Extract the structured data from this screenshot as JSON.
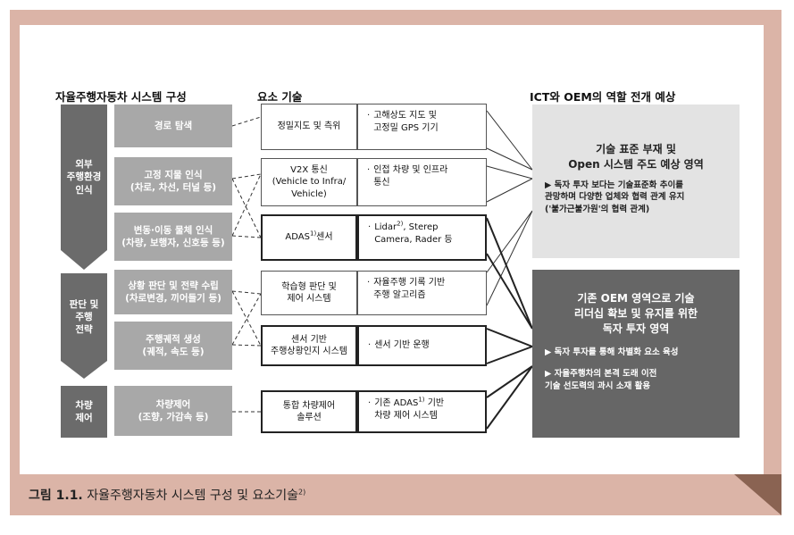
{
  "headers": {
    "system": "자율주행자동차 시스템 구성",
    "elements": "요소 기술",
    "ict": "ICT와 OEM의 역할 전개 예상"
  },
  "groups": [
    {
      "label": "외부\n주행환경\n인식"
    },
    {
      "label": "판단 및\n주행\n전략"
    },
    {
      "label": "차량\n제어"
    }
  ],
  "functions": [
    "경로 탐색",
    "고정 지물 인식\n(차로, 차선, 터널 등)",
    "변동·이동 물체 인식\n(차량, 보행자, 신호등 등)",
    "상황 판단 및 전략 수립\n(차로변경, 끼어들기 등)",
    "주행궤적 생성\n(궤적, 속도 등)",
    "차량제어\n(조향, 가감속 등)"
  ],
  "elements": [
    {
      "name": "정밀지도 및 측위",
      "desc": "고해상도 지도 및\n고정밀 GPS 기기"
    },
    {
      "name": "V2X 통신\n(Vehicle to Infra/\nVehicle)",
      "desc": "인접 차량 및 인프라\n통신"
    },
    {
      "name": "ADAS",
      "name_sup": "1)",
      "name_suffix": "센서",
      "desc_a": "Lidar",
      "desc_a_sup": "2)",
      "desc_b": ", Sterep\nCamera, Rader 등"
    },
    {
      "name": "학습형 판단 및\n제어 시스템",
      "desc": "자율주행 기록 기반\n주행 알고리즘"
    },
    {
      "name": "센서 기반\n주행상황인지 시스템",
      "desc": "센서 기반 운행"
    },
    {
      "name": "통합 차량제어\n솔루션",
      "desc_a": "기존 ADAS",
      "desc_a_sup": "1)",
      "desc_b": " 기반\n차량 제어 시스템"
    }
  ],
  "bullet": "·",
  "ict_top": {
    "title": "기술 표준 부재 및\nOpen 시스템 주도 예상 영역",
    "body": "▶ 독자 투자 보다는 기술표준화 추이를\n관망하며 다양한 업체와 협력 관계 유지\n('불가근불가원'의 협력 관계)"
  },
  "ict_bottom": {
    "title": "기존 OEM 영역으로 기술\n리더십 확보 및 유지를 위한\n독자 투자 영역",
    "body1": "▶ 독자 투자를 통해 차별화 요소 육성",
    "body2": "▶ 자율주행차의 본격 도래 이전\n기술 선도력의 과시 소재 활용"
  },
  "caption": {
    "label": "그림 1.1.",
    "text": " 자율주행자동차 시스템 구성 및 요소기술",
    "sup": "2)"
  },
  "colors": {
    "frame": "#dbb4a7",
    "dark_gray": "#6b6b6b",
    "mid_gray": "#a8a8a8",
    "light_gray": "#e3e3e3"
  }
}
